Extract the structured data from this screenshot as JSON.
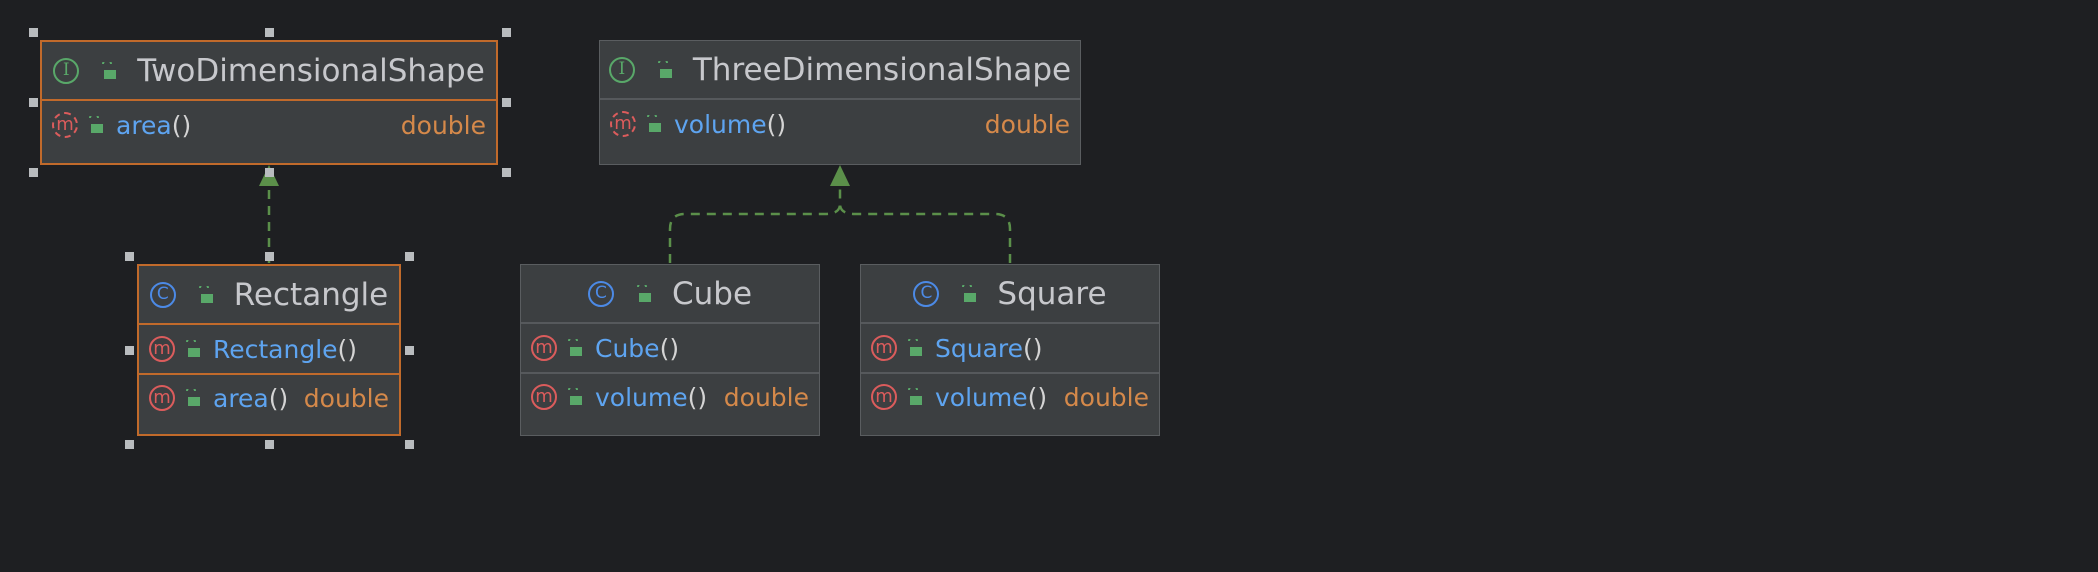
{
  "nodes": {
    "two_dimensional_shape": {
      "title": "TwoDimensionalShape",
      "kind": "interface",
      "kind_glyph": "I",
      "members": [
        {
          "name": "area",
          "params": "()",
          "type": "double",
          "method_glyph": "m"
        }
      ]
    },
    "three_dimensional_shape": {
      "title": "ThreeDimensionalShape",
      "kind": "interface",
      "kind_glyph": "I",
      "members": [
        {
          "name": "volume",
          "params": "()",
          "type": "double",
          "method_glyph": "m"
        }
      ]
    },
    "rectangle": {
      "title": "Rectangle",
      "kind": "class",
      "kind_glyph": "C",
      "members": [
        {
          "name": "Rectangle",
          "params": "()",
          "type": "",
          "method_glyph": "m"
        },
        {
          "name": "area",
          "params": "()",
          "type": "double",
          "method_glyph": "m"
        }
      ]
    },
    "cube": {
      "title": "Cube",
      "kind": "class",
      "kind_glyph": "C",
      "members": [
        {
          "name": "Cube",
          "params": "()",
          "type": "",
          "method_glyph": "m"
        },
        {
          "name": "volume",
          "params": "()",
          "type": "double",
          "method_glyph": "m"
        }
      ]
    },
    "square": {
      "title": "Square",
      "kind": "class",
      "kind_glyph": "C",
      "members": [
        {
          "name": "Square",
          "params": "()",
          "type": "",
          "method_glyph": "m"
        },
        {
          "name": "volume",
          "params": "()",
          "type": "double",
          "method_glyph": "m"
        }
      ]
    }
  },
  "relations": [
    {
      "from": "Rectangle",
      "to": "TwoDimensionalShape",
      "kind": "implements"
    },
    {
      "from": "Cube",
      "to": "ThreeDimensionalShape",
      "kind": "implements"
    },
    {
      "from": "Square",
      "to": "ThreeDimensionalShape",
      "kind": "implements"
    }
  ],
  "colors": {
    "background": "#1e1f22",
    "node_fill": "#3c3f41",
    "selection": "#c16a2b",
    "method_name": "#5ea4f0",
    "return_type": "#d5894a",
    "interface_badge": "#59a869",
    "class_badge": "#4c8ae6",
    "method_badge": "#db5c5c",
    "relation_edge": "#5b8f4a"
  },
  "icons": {
    "interface": "interface-icon",
    "class": "class-icon",
    "method": "method-icon",
    "visibility": "public-lock-icon"
  }
}
